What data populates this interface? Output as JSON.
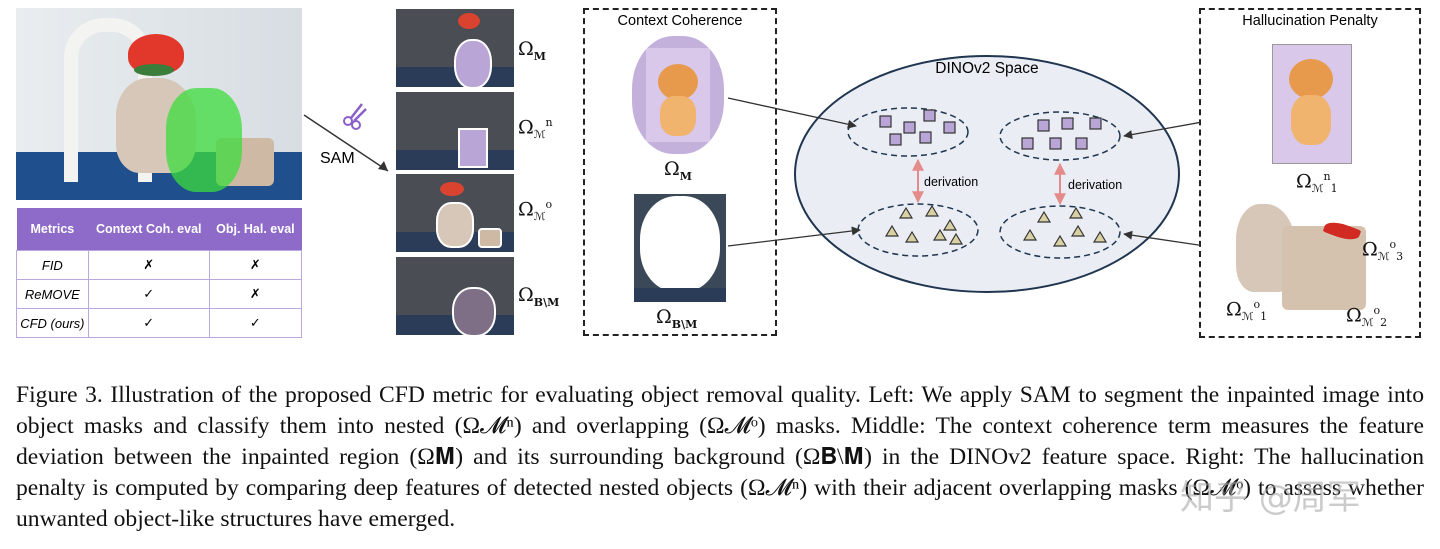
{
  "table": {
    "headers": [
      "Metrics",
      "Context Coh. eval",
      "Obj. Hal. eval"
    ],
    "rows": [
      {
        "metric": "FID",
        "coh": "✗",
        "hal": "✗"
      },
      {
        "metric": "ReMOVE",
        "coh": "✓",
        "hal": "✗"
      },
      {
        "metric": "CFD (ours)",
        "coh": "✓",
        "hal": "✓"
      }
    ]
  },
  "sam_label": "SAM",
  "labels": {
    "omega": "Ω",
    "M": "M",
    "Mn": "ℳ",
    "n": "n",
    "o": "o",
    "BM": "B\\M",
    "n1": "n",
    "sub1": "1",
    "sub2": "2",
    "sub3": "3"
  },
  "context_title": "Context Coherence",
  "hallucination_title": "Hallucination Penalty",
  "dino_title": "DINOv2 Space",
  "derivation": "derivation",
  "caption": "Figure 3. Illustration of the proposed CFD metric for evaluating object removal quality. Left: We apply SAM to segment the inpainted image into object masks and classify them into nested (Ω𝓜ⁿ) and overlapping (Ω𝓜ᵒ) masks. Middle: The context coherence term measures the feature deviation between the inpainted region (Ω𝐌) and its surrounding background (Ω𝐁\\𝐌) in the DINOv2 feature space. Right: The hallucination penalty is computed by comparing deep features of detected nested objects (Ω𝓜ⁿ) with their adjacent overlapping masks (Ω𝓜ᵒ) to assess whether unwanted object-like structures have emerged.",
  "watermark": "知乎 @周军",
  "colors": {
    "table_header": "#8e6bc9",
    "cube": "#b9a6d6",
    "triangle": "#d9d0a4",
    "arrow_pink": "#e48c8c"
  }
}
